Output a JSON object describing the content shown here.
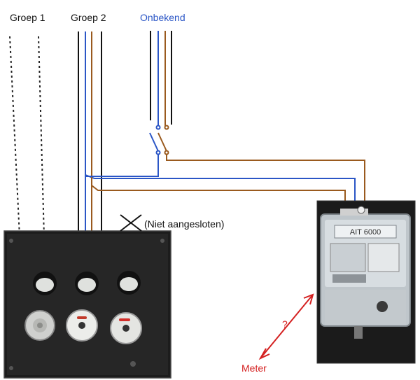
{
  "labels": {
    "group1": "Groep 1",
    "group2": "Groep 2",
    "unknown": "Onbekend",
    "not_connected": "(Niet aangesloten)",
    "question": "?",
    "meter": "Meter"
  },
  "meter_device": {
    "model": "AIT 6000"
  },
  "colors": {
    "blue_wire": "#2b56c6",
    "brown_wire": "#9a5a1e",
    "black_wire": "#111111",
    "unknown_label": "#2b56c6",
    "annotation_red": "#d42020"
  },
  "icons": [
    "double-pole-switch-icon",
    "cross-mark-icon",
    "double-headed-arrow-icon"
  ]
}
